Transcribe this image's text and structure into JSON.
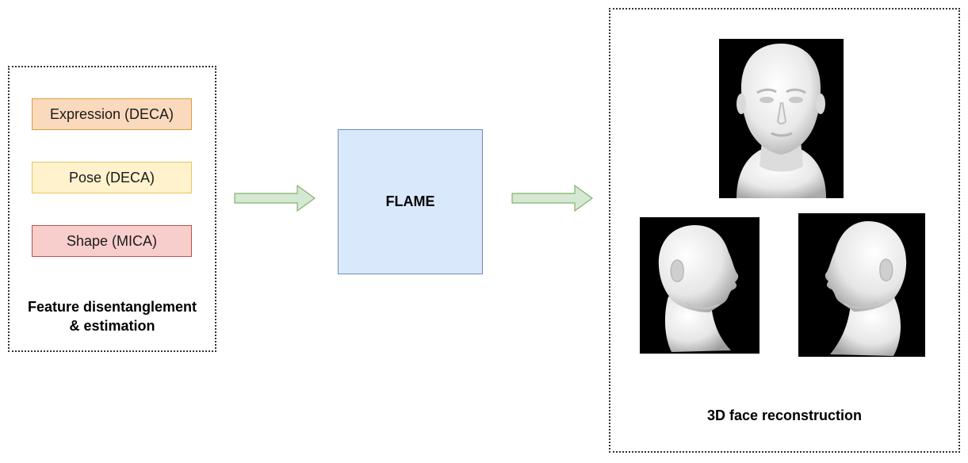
{
  "colors": {
    "expression_fill": "#fad9bd",
    "expression_border": "#d7a03d",
    "pose_fill": "#fff2cc",
    "pose_border": "#e6c760",
    "shape_fill": "#f8cecc",
    "shape_border": "#c0504d",
    "flame_fill": "#dae8fc",
    "flame_border": "#6c8ebf",
    "arrow_fill": "#d5e8d4",
    "arrow_border": "#82b366"
  },
  "feature_group": {
    "items": [
      {
        "label": "Expression (DECA)"
      },
      {
        "label": "Pose (DECA)"
      },
      {
        "label": "Shape (MICA)"
      }
    ],
    "caption_line1": "Feature disentanglement",
    "caption_line2": "& estimation"
  },
  "flame": {
    "label": "FLAME"
  },
  "reconstruction": {
    "caption": "3D face reconstruction"
  }
}
